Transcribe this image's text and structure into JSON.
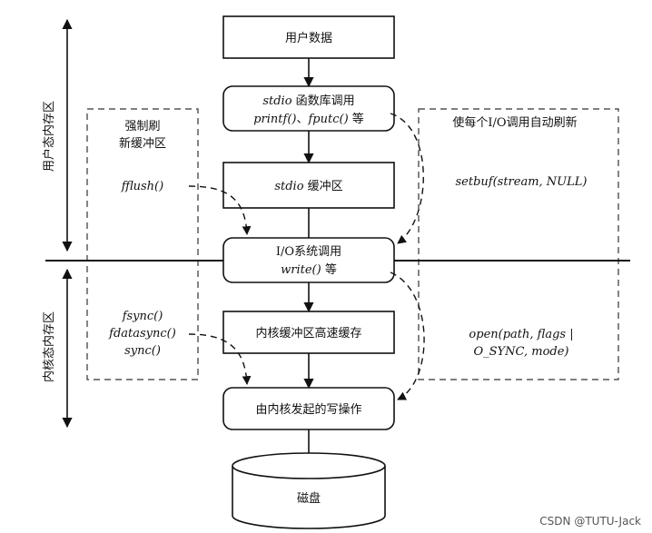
{
  "boxes": {
    "user_data": "用户数据",
    "stdio_lib_line1_a": "stdio",
    "stdio_lib_line1_b": " 函数库调用",
    "stdio_lib_line2_a": "printf()",
    "stdio_lib_line2_b": "、",
    "stdio_lib_line2_c": "fputc()",
    "stdio_lib_line2_d": " 等",
    "stdio_buffer_a": "stdio",
    "stdio_buffer_b": " 缓冲区",
    "io_syscall_line1": "I/O系统调用",
    "io_syscall_line2_a": "write()",
    "io_syscall_line2_b": " 等",
    "kernel_cache": "内核缓冲区高速缓存",
    "kernel_write": "由内核发起的写操作",
    "disk": "磁盘"
  },
  "left_panel": {
    "title_line1": "强制刷",
    "title_line2": "新缓冲区",
    "fflush": "fflush()",
    "fsync": "fsync()",
    "fdatasync": "fdatasync()",
    "sync": "sync()"
  },
  "right_panel": {
    "title": "使每个I/O调用自动刷新",
    "setbuf": "setbuf(stream, NULL)",
    "open_line1": "open(path, flags |",
    "open_line2": "O_SYNC, mode)"
  },
  "side_labels": {
    "user_space": "用户态内存区",
    "kernel_space": "内核态内存区"
  },
  "watermark": "CSDN @TUTU-Jack"
}
